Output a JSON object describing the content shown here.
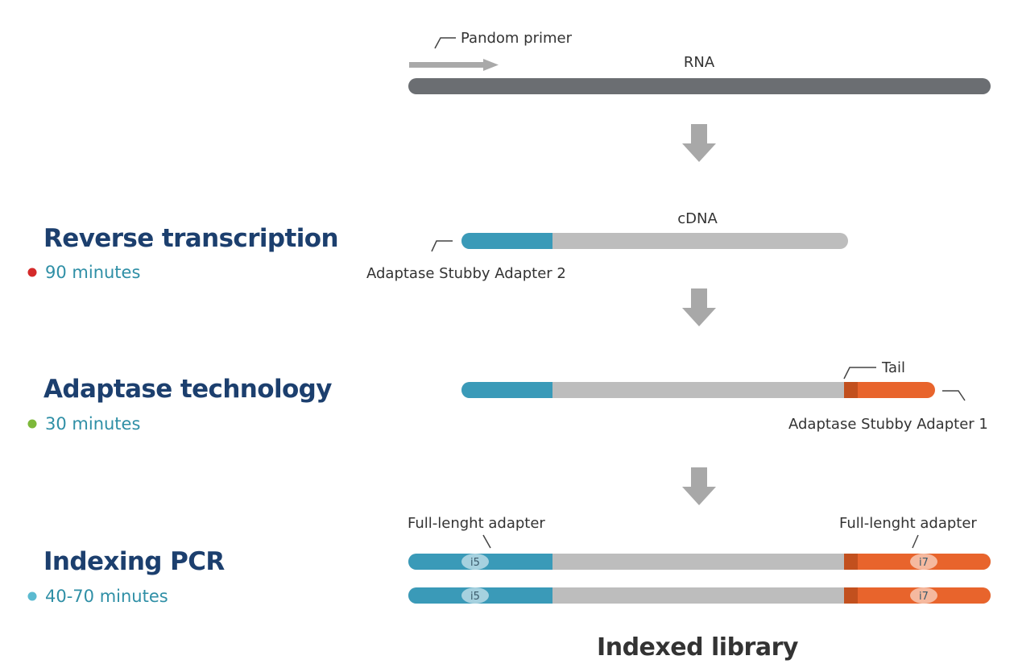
{
  "colors": {
    "title": "#1c3f6e",
    "duration_text": "#2f8fa6",
    "rna": "#6b6e72",
    "cdna": "#bdbdbd",
    "adapter2": "#3a9ab8",
    "adapter1": "#e8642c",
    "tail": "#c2501e",
    "down_arrow": "#a8a8a8",
    "primer_arrow": "#a9a9a9"
  },
  "steps": [
    {
      "title": "Reverse transcription",
      "duration": "90 minutes",
      "dot_color": "#d42a2a"
    },
    {
      "title": "Adaptase technology",
      "duration": "30 minutes",
      "dot_color": "#7db83a"
    },
    {
      "title": "Indexing PCR",
      "duration": "40-70 minutes",
      "dot_color": "#5bbad0"
    }
  ],
  "labels": {
    "primer": "Pandom primer",
    "rna": "RNA",
    "cdna": "cDNA",
    "adapter2": "Adaptase Stubby Adapter 2",
    "tail": "Tail",
    "adapter1": "Adaptase Stubby Adapter 1",
    "full_adapter_left": "Full-lenght adapter",
    "full_adapter_right": "Full-lenght adapter",
    "index_i5": "i5",
    "index_i7": "i7",
    "footer": "Indexed library"
  }
}
